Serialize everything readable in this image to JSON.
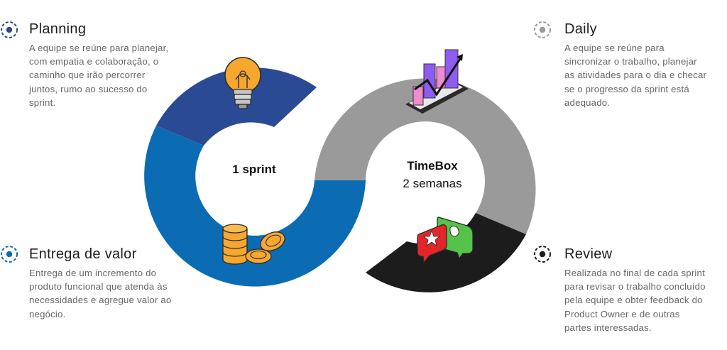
{
  "steps": {
    "planning": {
      "title": "Planning",
      "lines": [
        "A equipe se reúne para planejar,",
        "com empatia e colaboração, o",
        "caminho que irão percorrer",
        "juntos, rumo ao sucesso do",
        "sprint."
      ]
    },
    "entrega": {
      "title": "Entrega de valor",
      "lines": [
        "Entrega de um incremento do",
        "produto funcional que atenda às",
        "necessidades e agregue valor ao",
        "negócio."
      ]
    },
    "daily": {
      "title": "Daily",
      "lines": [
        "A equipe se reúne para",
        "sincronizar o trabalho, planejar",
        "as atividades para o dia e checar",
        "se o progresso da sprint está",
        "adequado."
      ]
    },
    "review": {
      "title": "Review",
      "lines": [
        "Realizada no final de cada sprint",
        "para revisar o trabalho concluído",
        "pela equipe e obter feedback do",
        "Product Owner e de outras",
        "partes interessadas."
      ]
    }
  },
  "center": {
    "left_label": "1 sprint",
    "right_title": "TimeBox",
    "right_subtitle": "2 semanas"
  },
  "colors": {
    "planning": "#2b4a94",
    "entrega": "#0b6cb4",
    "daily": "#9a9a9a",
    "review": "#1c1c1c",
    "marker_blue": "#2b4a94",
    "marker_gray": "#9a9a9a",
    "marker_dark": "#1c1c1c",
    "marker_entrega": "#0b6cb4"
  },
  "icons": {
    "planning": "lightbulb-icon",
    "entrega": "coins-icon",
    "daily": "bar-chart-icon",
    "review": "chat-bubbles-icon"
  }
}
